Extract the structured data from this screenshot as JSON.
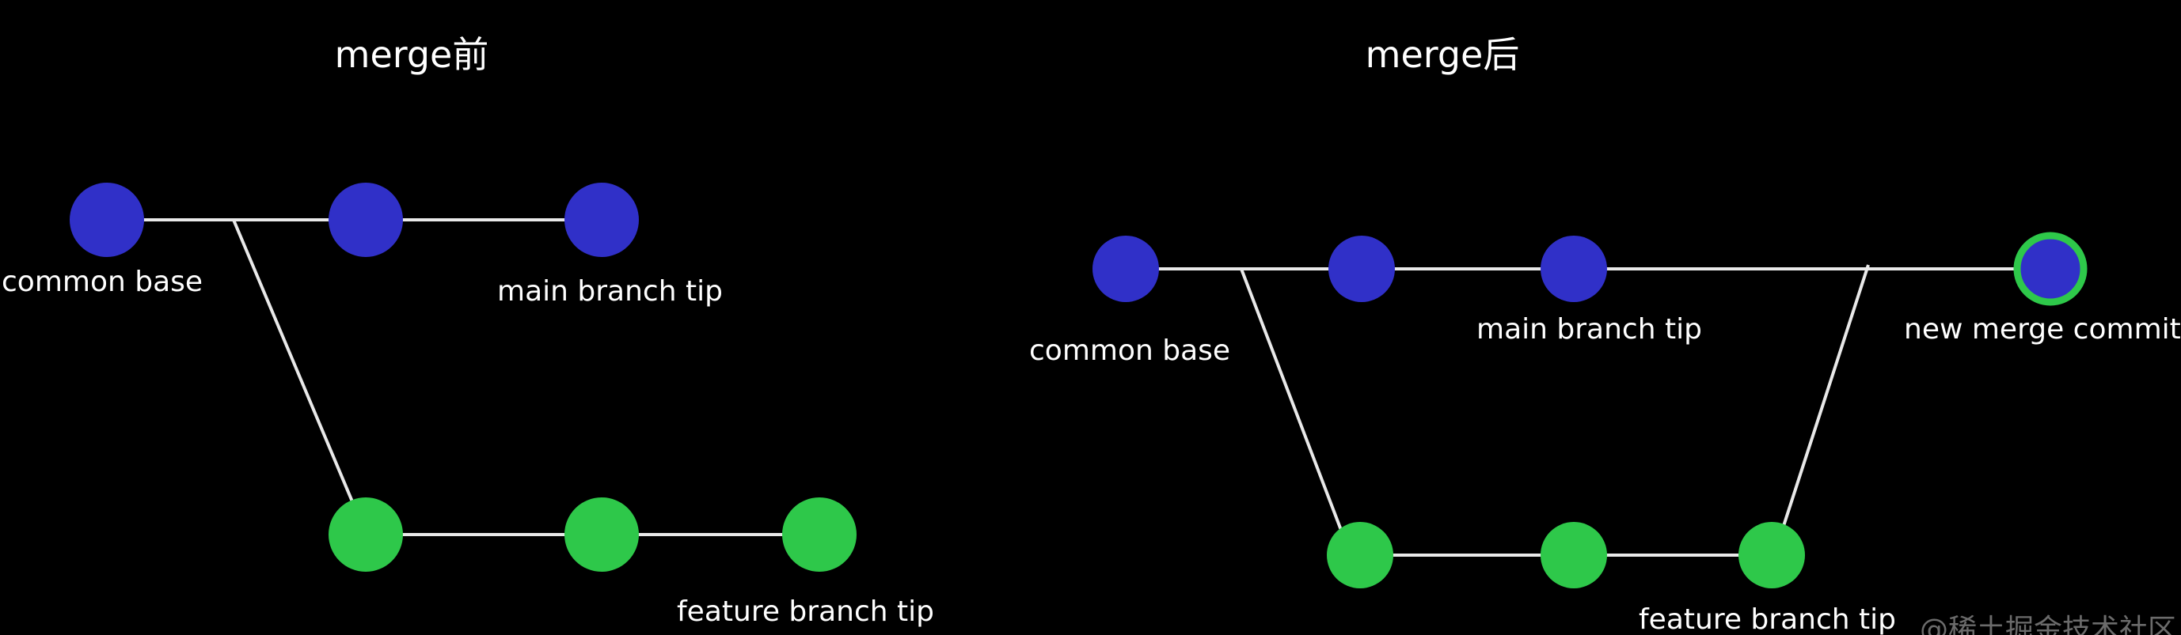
{
  "colors": {
    "background": "#000000",
    "main_commit": "#3030c8",
    "feature_commit": "#2ec84a",
    "merge_ring": "#2ec84a",
    "edge": "#e9e9e9",
    "text": "#ffffff"
  },
  "before": {
    "title": "merge前",
    "labels": {
      "common_base": "common base",
      "main_tip": "main branch tip",
      "feature_tip": "feature branch tip"
    }
  },
  "after": {
    "title": "merge后",
    "labels": {
      "common_base": "common base",
      "main_tip": "main branch tip",
      "feature_tip": "feature branch tip",
      "merge_commit": "new merge commit"
    }
  },
  "watermark": "@稀土掘金技术社区"
}
